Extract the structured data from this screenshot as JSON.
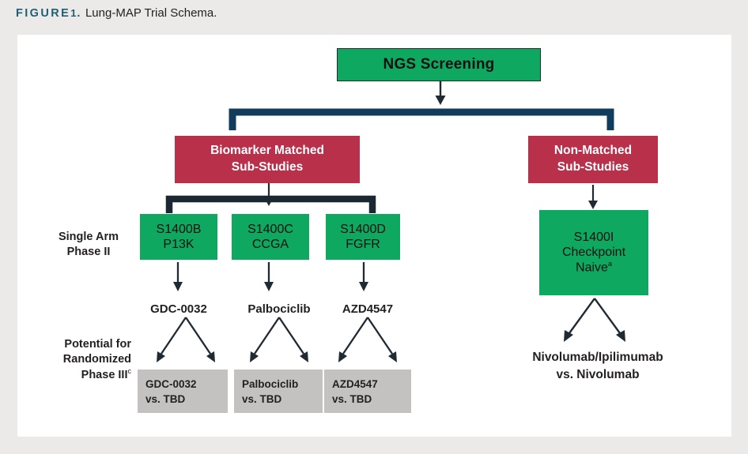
{
  "caption": {
    "figure_word": "FIGURE",
    "number": "1",
    "period": ".",
    "title": "Lung-MAP Trial Schema."
  },
  "colors": {
    "green": "#0fa860",
    "red": "#b8304a",
    "gray": "#c4c2c0",
    "navy_bracket": "#123c5c",
    "dark_bracket": "#1b2732",
    "arrow": "#1f2a33",
    "caption_accent": "#1f5f74",
    "page_bg": "#ebeae8",
    "panel_bg": "#ffffff"
  },
  "nodes": {
    "screening": {
      "label": "NGS Screening"
    },
    "matched": {
      "line1": "Biomarker Matched",
      "line2": "Sub-Studies"
    },
    "nonmatched": {
      "line1": "Non-Matched",
      "line2": "Sub-Studies"
    },
    "substudies": [
      {
        "code": "S1400B",
        "target": "P13K"
      },
      {
        "code": "S1400C",
        "target": "CCGA"
      },
      {
        "code": "S1400D",
        "target": "FGFR"
      }
    ],
    "nonmatched_study": {
      "code": "S1400I",
      "line2": "Checkpoint",
      "line3": "Naive",
      "footnote": "a"
    },
    "drugs": [
      "GDC-0032",
      "Palbociclib",
      "AZD4547"
    ],
    "randomized": [
      {
        "line1": "GDC-0032",
        "line2": "vs. TBD"
      },
      {
        "line1": "Palbociclib",
        "line2": "vs. TBD"
      },
      {
        "line1": "AZD4547",
        "line2": "vs. TBD"
      }
    ],
    "nivolumab": {
      "line1": "Nivolumab/Ipilimumab",
      "line2": "vs. Nivolumab"
    }
  },
  "row_labels": {
    "single_arm": {
      "line1": "Single Arm",
      "line2": "Phase II"
    },
    "potential": {
      "line1": "Potential for",
      "line2": "Randomized",
      "line3": "Phase III",
      "footnote": "c"
    }
  }
}
